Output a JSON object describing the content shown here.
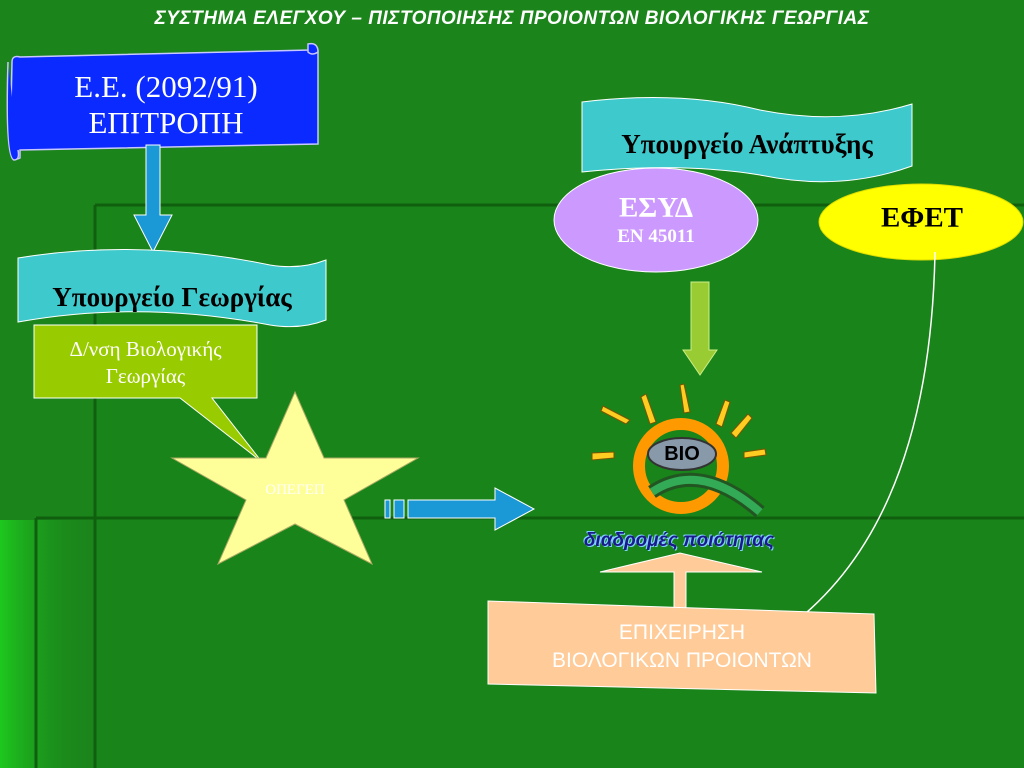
{
  "title": "ΣΥΣΤΗΜΑ ΕΛΕΓΧΟΥ – ΠΙΣΤΟΠΟΙΗΣΗΣ ΠΡΟΙΟΝΤΩΝ ΒΙΟΛΟΓΙΚΗΣ ΓΕΩΡΓΙΑΣ",
  "nodes": {
    "ee": {
      "line1": "Ε.Ε. (2092/91)",
      "line2": "ΕΠΙΤΡΟΠΗ"
    },
    "ministry_agriculture": "Υπουργείο Γεωργίας",
    "directorate": {
      "line1": "Δ/νση Βιολογικής",
      "line2": "Γεωργίας"
    },
    "star": "ΟΠΕΓΕΠ",
    "ministry_development": "Υπουργείο Ανάπτυξης",
    "esyd": {
      "line1": "ΕΣΥΔ",
      "line2": "EN 45011"
    },
    "efet": "ΕΦΕΤ",
    "logo": {
      "mark": "BIO",
      "caption": "διαδρομές ποιότητας"
    },
    "company": {
      "line1": "ΕΠΙΧΕΙΡΗΣΗ",
      "line2": "ΒΙΟΛΟΓΙΚΩΝ ΠΡΟΙΟΝΤΩΝ"
    }
  },
  "colors": {
    "ee_box": "#0a2aff",
    "banner": "#3ecacc",
    "directorate": "#99cc00",
    "star": "#ffff99",
    "esyd": "#cc99ff",
    "efet": "#ffff00",
    "company": "#ffcc99",
    "arrow_blue": "#1a99d6",
    "arrow_green": "#99cc33"
  }
}
